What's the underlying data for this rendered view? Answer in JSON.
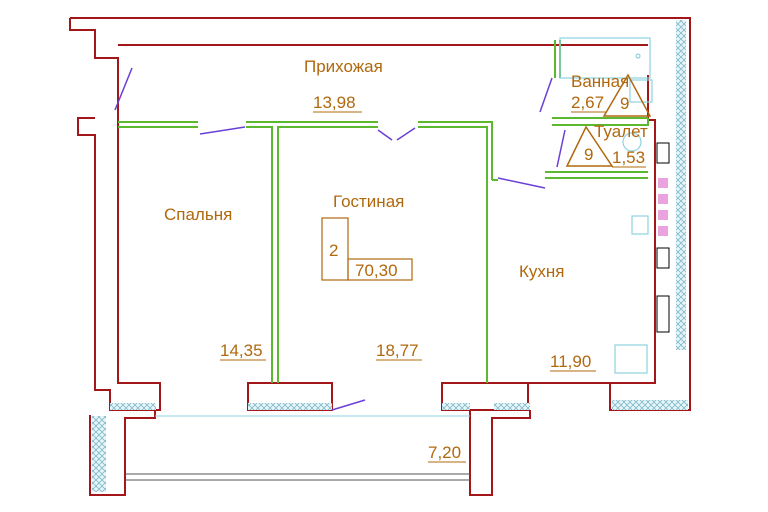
{
  "plan": {
    "total_area": "70,30",
    "rooms_count": "2",
    "rooms": {
      "hall": {
        "name": "Прихожая",
        "area": "13,98"
      },
      "bath": {
        "name": "Ванная",
        "area": "2,67",
        "mark": "9"
      },
      "toilet": {
        "name": "Туалет",
        "area": "1,53",
        "mark": "9"
      },
      "bedroom": {
        "name": "Спальня",
        "area": "14,35"
      },
      "living": {
        "name": "Гостиная",
        "area": "18,77"
      },
      "kitchen": {
        "name": "Кухня",
        "area": "11,90"
      },
      "balcony": {
        "area": "7,20"
      }
    }
  },
  "colors": {
    "wall": "#a3161a",
    "partition": "#5cb82f",
    "text": "#b0680e",
    "door": "#6a3fd6",
    "fixture": "#8fd3e0"
  }
}
